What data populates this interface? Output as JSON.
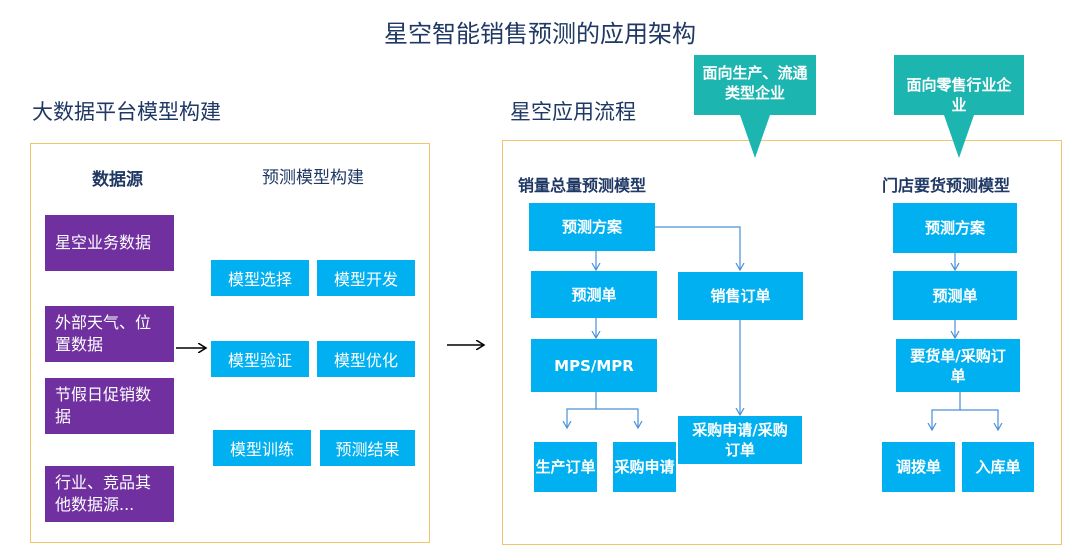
{
  "title": "星空智能销售预测的应用架构",
  "left_section": {
    "heading": "大数据平台模型构建",
    "data_source_heading": "数据源",
    "model_heading": "预测模型构建",
    "data_sources": [
      "星空业务数据",
      "外部天气、位置数据",
      "节假日促销数据",
      "行业、竞品其他数据源..."
    ],
    "model_steps": [
      "模型选择",
      "模型开发",
      "模型验证",
      "模型优化",
      "模型训练",
      "预测结果"
    ]
  },
  "right_section": {
    "heading": "星空应用流程",
    "callout_production": "面向生产、流通类型企业",
    "callout_retail": "面向零售行业企业",
    "sales_model": {
      "heading": "销量总量预测模型",
      "plan": "预测方案",
      "forecast": "预测单",
      "mps": "MPS/MPR",
      "production_order": "生产订单",
      "purchase_request": "采购申请",
      "sales_order": "销售订单",
      "purchase_request_order": "采购申请/采购订单"
    },
    "store_model": {
      "heading": "门店要货预测模型",
      "plan": "预测方案",
      "forecast": "预测单",
      "requisition": "要货单/采购订单",
      "transfer": "调拨单",
      "inbound": "入库单"
    }
  },
  "colors": {
    "purple": "#7030a0",
    "cyan": "#00b0f0",
    "teal": "#1cb5b0",
    "border": "#f2c46b",
    "navy": "#1f3864"
  }
}
